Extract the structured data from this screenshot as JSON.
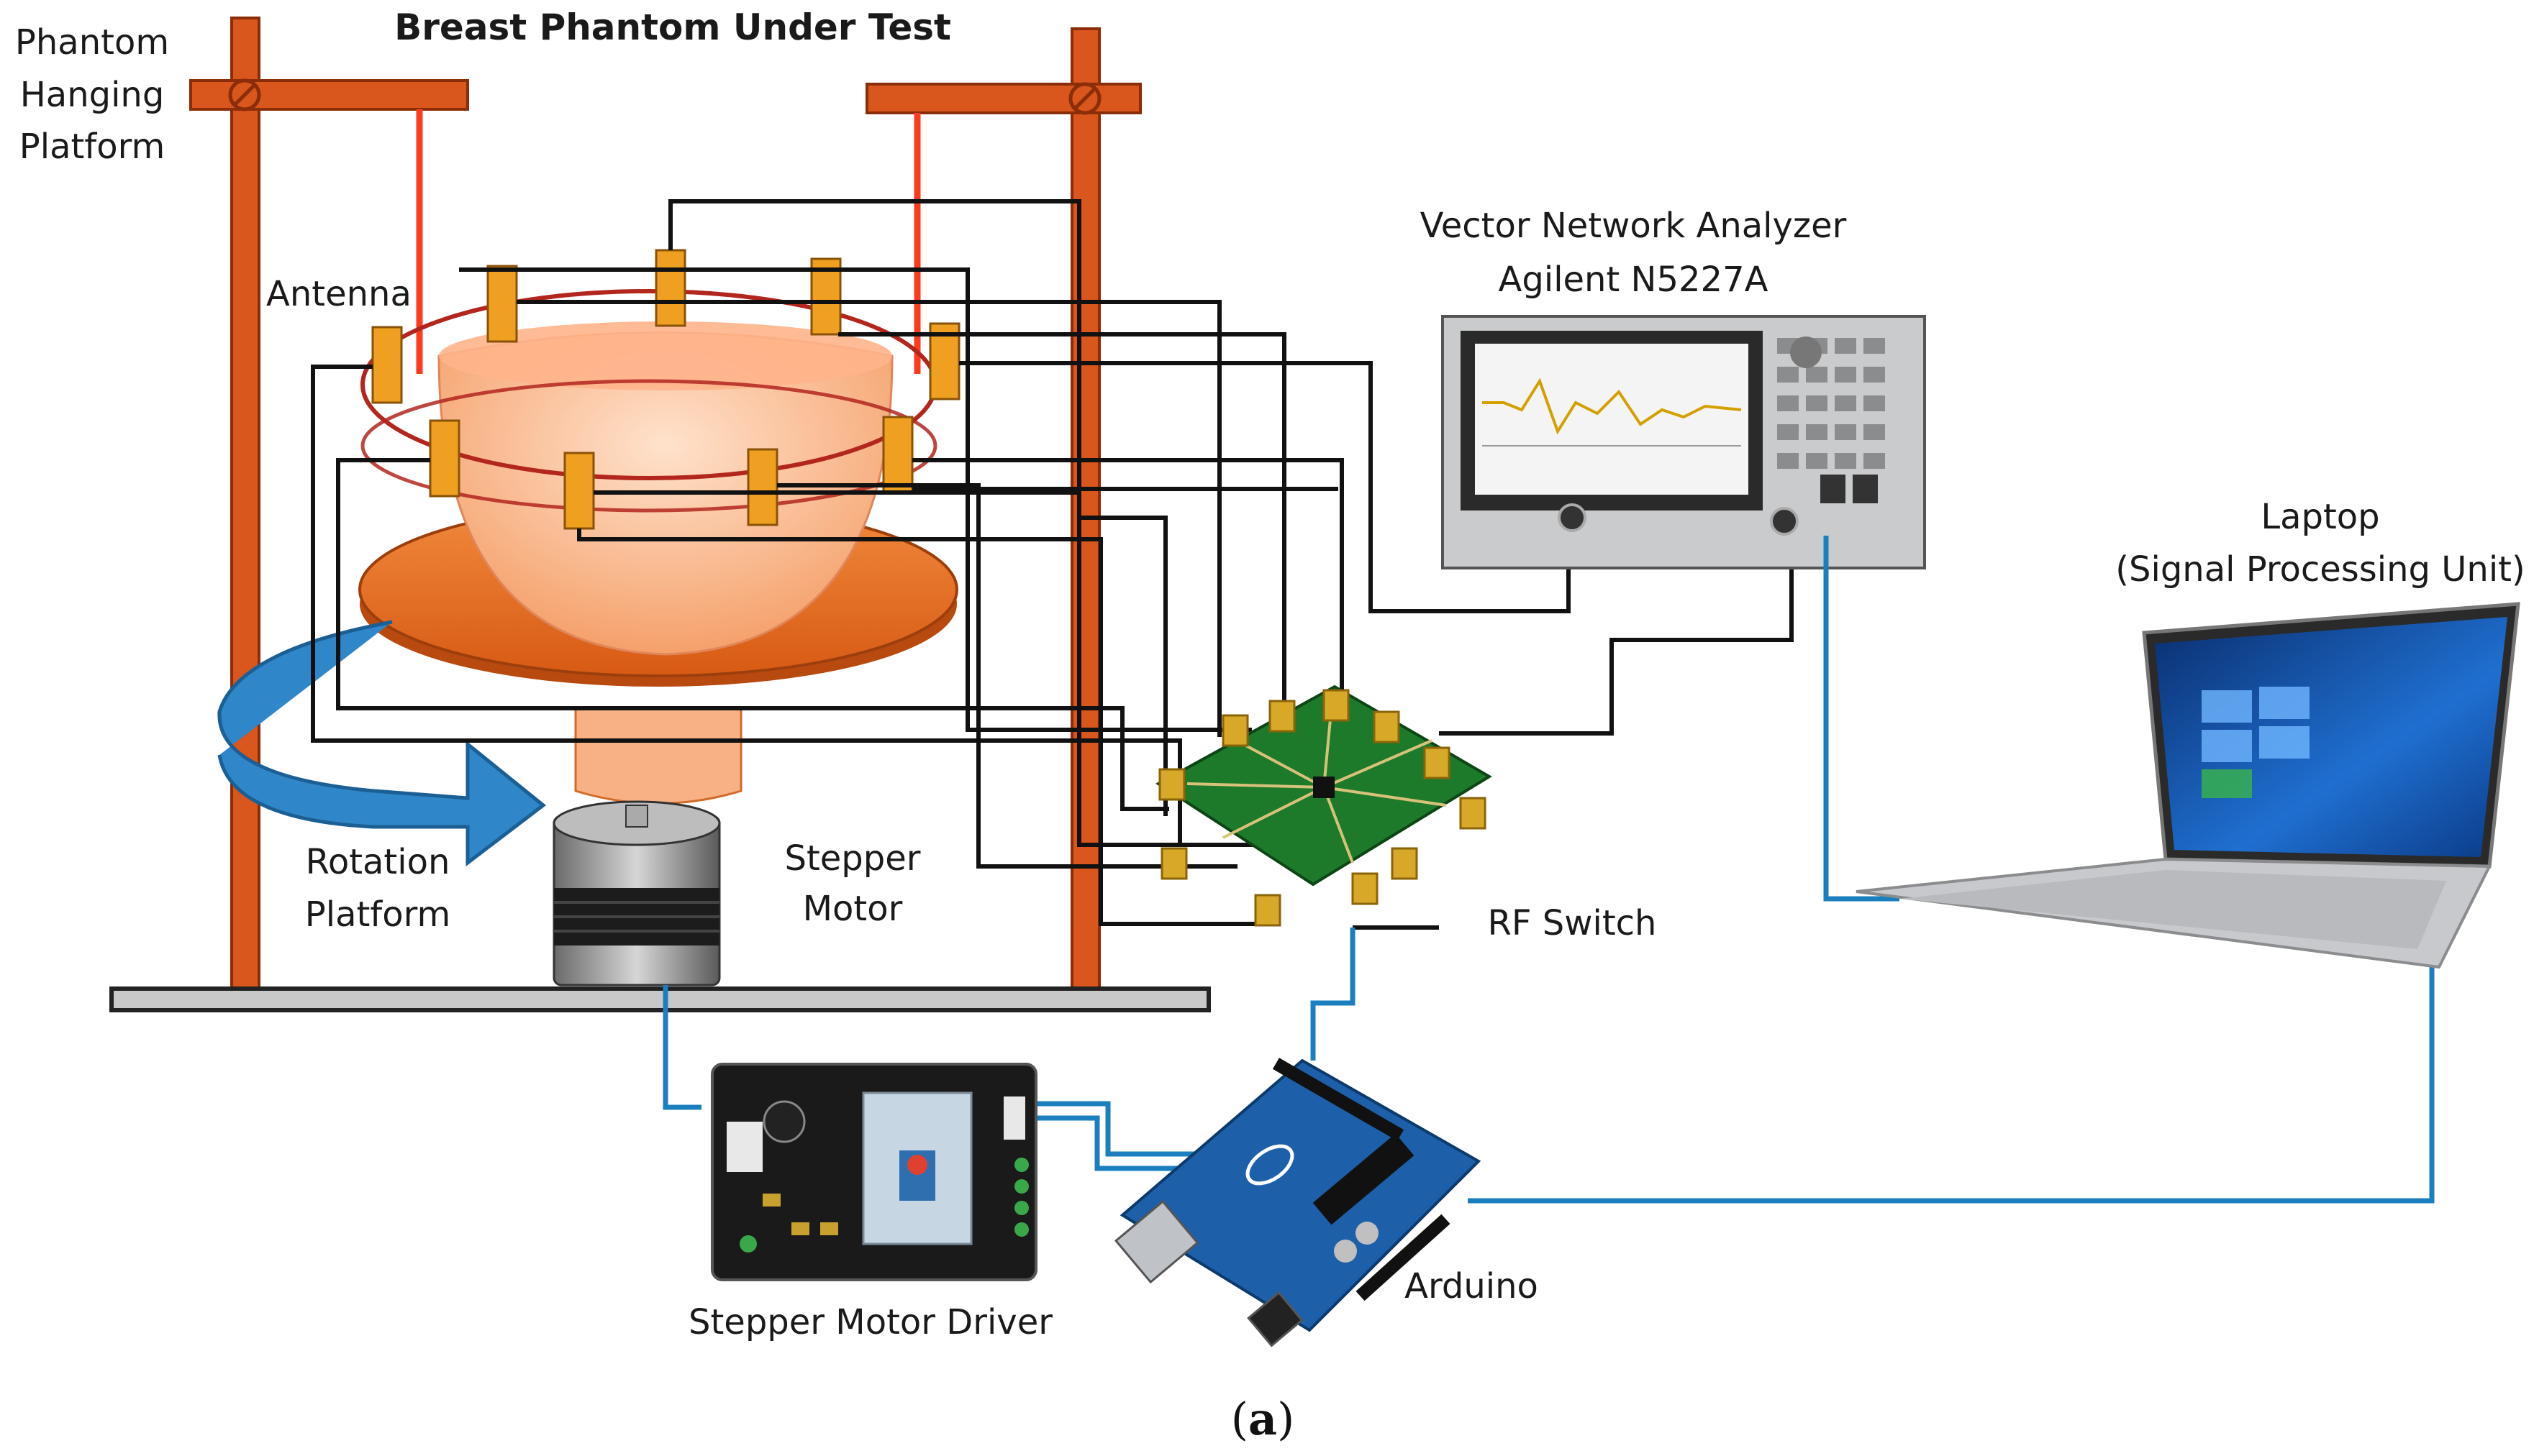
{
  "labels": {
    "title": "Breast Phantom Under Test",
    "hanging_platform": [
      "Phantom",
      "Hanging",
      "Platform"
    ],
    "antenna": "Antenna",
    "rotation_platform": [
      "Rotation",
      "Platform"
    ],
    "stepper_motor": [
      "Stepper",
      "Motor"
    ],
    "vna": [
      "Vector Network Analyzer",
      "Agilent N5227A"
    ],
    "laptop": [
      "Laptop",
      "(Signal Processing Unit)"
    ],
    "rf_switch": "RF Switch",
    "arduino": "Arduino",
    "motor_driver": "Stepper Motor Driver",
    "caption_open": "(",
    "caption_letter": "a",
    "caption_close": ")"
  },
  "colors": {
    "stand": "#d9561c",
    "hanging_wire": "#ff3b1f",
    "phantom": "#ffc39a",
    "platform": "#e8661f",
    "antenna": "#f0a020",
    "rf_cable": "#111111",
    "usb_cable": "#1b7fbf",
    "rotation_arrow": "#2f86c8",
    "pcb_green": "#1d7a2a",
    "arduino_blue": "#1d5fa8"
  },
  "icons": {
    "vna": "vector-network-analyzer-icon",
    "laptop": "laptop-icon",
    "rf_switch": "rf-switch-board-icon",
    "arduino": "arduino-board-icon",
    "driver": "motor-driver-board-icon",
    "motor": "stepper-motor-icon"
  }
}
